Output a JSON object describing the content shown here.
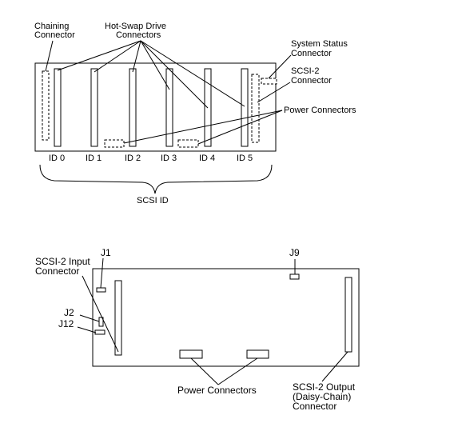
{
  "top": {
    "chaining": [
      "Chaining",
      "Connector"
    ],
    "hotswap": [
      "Hot-Swap Drive",
      "Connectors"
    ],
    "system_status": [
      "System Status",
      "Connector"
    ],
    "scsi2": [
      "SCSI-2",
      "Connector"
    ],
    "power": "Power Connectors",
    "ids": [
      "ID 0",
      "ID 1",
      "ID 2",
      "ID 3",
      "ID 4",
      "ID 5"
    ],
    "scsi_id": "SCSI ID"
  },
  "bottom": {
    "j1": "J1",
    "j9": "J9",
    "j2": "J2",
    "j12": "J12",
    "scsi_input": [
      "SCSI-2 Input",
      "Connector"
    ],
    "power": "Power Connectors",
    "scsi_output": [
      "SCSI-2 Output",
      "(Daisy-Chain)",
      "Connector"
    ]
  }
}
